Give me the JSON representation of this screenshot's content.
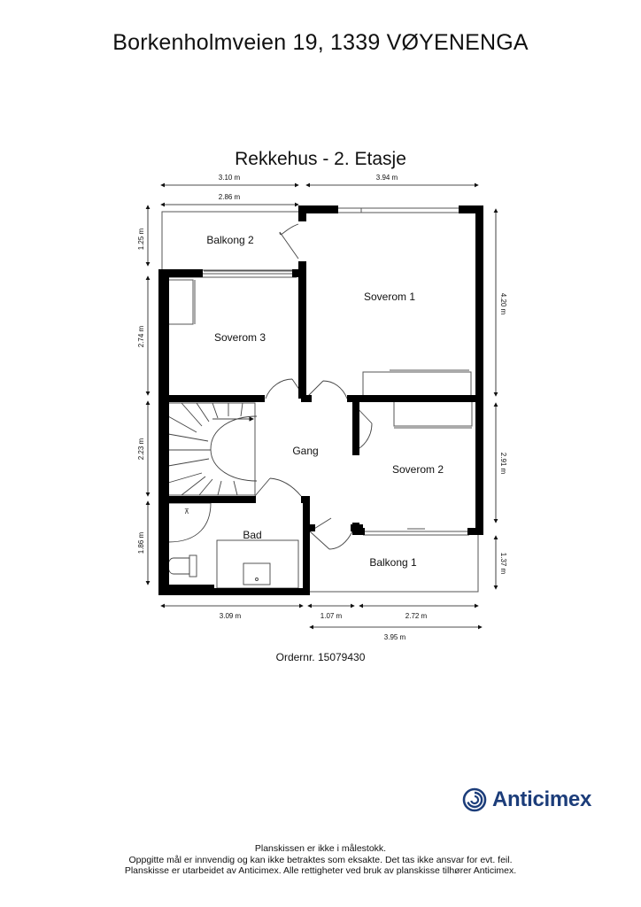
{
  "header": {
    "address": "Borkenholmveien 19, 1339 VØYENENGA",
    "plan_title": "Rekkehus - 2. Etasje"
  },
  "rooms": {
    "balkong2": "Balkong 2",
    "soverom1": "Soverom 1",
    "soverom3": "Soverom 3",
    "gang": "Gang",
    "soverom2": "Soverom 2",
    "bad": "Bad",
    "balkong1": "Balkong 1"
  },
  "dimensions": {
    "top_left_outer": "3.10 m",
    "top_left_inner": "2.86 m",
    "top_right": "3.94 m",
    "left_balkong2": "1.25 m",
    "left_soverom3": "2.74 m",
    "left_stairs": "2.23 m",
    "left_bad": "1.86 m",
    "right_soverom1": "4.20 m",
    "right_soverom2": "2.91 m",
    "right_balkong1": "1.37 m",
    "bottom_left": "3.09 m",
    "bottom_mid": "1.07 m",
    "bottom_right_inner": "2.72 m",
    "bottom_right_outer": "3.95 m"
  },
  "order": "Ordernr. 15079430",
  "brand": {
    "name": "Anticimex",
    "color": "#1c3d7a",
    "icon": "anticimex-swirl-icon"
  },
  "disclaimer": {
    "line1": "Planskissen er ikke i målestokk.",
    "line2": "Oppgitte mål er innvendig og kan ikke betraktes som eksakte. Det tas ikke ansvar for evt. feil.",
    "line3": "Planskisse er utarbeidet av Anticimex. Alle rettigheter ved bruk av planskisse tilhører Anticimex."
  }
}
